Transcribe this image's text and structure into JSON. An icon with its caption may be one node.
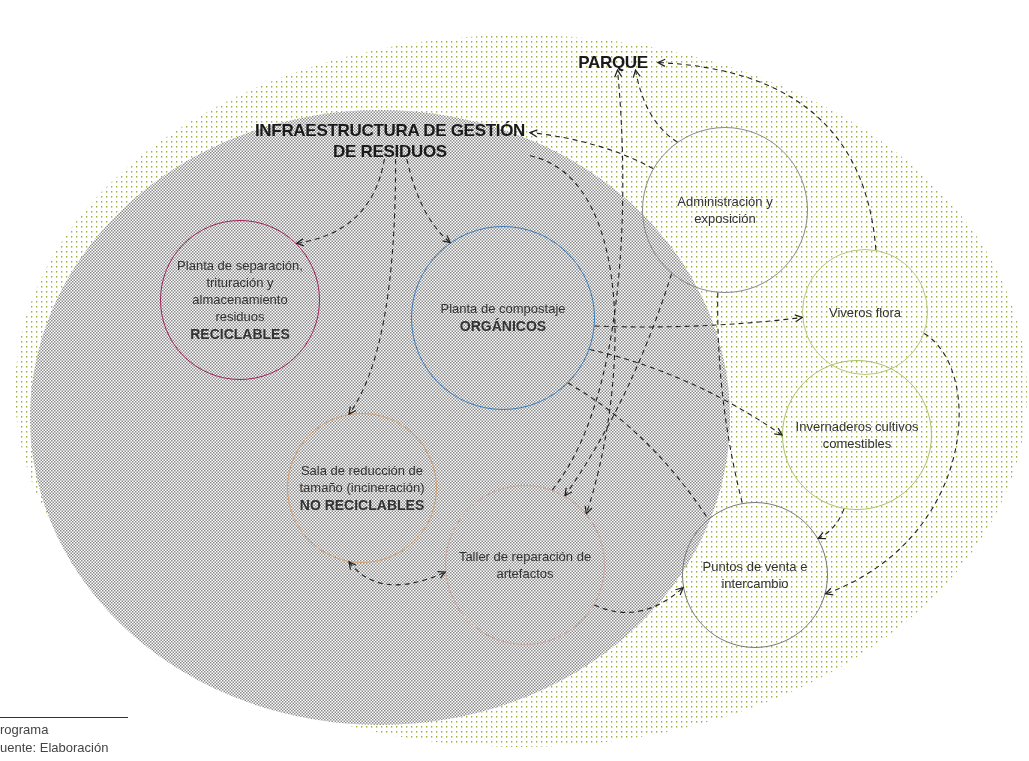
{
  "diagram": {
    "nodes": [
      {
        "text": [
          "PARQUE"
        ]
      },
      {
        "text": [
          "INFRAESTRUCTURA DE GESTIÓN DE RESIDUOS"
        ],
        "in": 0
      },
      {
        "text": [
          "Planta de separación, trituración y almacenamiento residuos",
          "RECICLABLES"
        ],
        "in": 1
      },
      {
        "text": [
          "Planta de compostaje",
          "ORGÁNICOS"
        ],
        "in": 1
      },
      {
        "text": [
          "Sala de reducción de tamaño (incineración)",
          "NO RECICLABLES"
        ],
        "in": 1
      },
      {
        "text": [
          "Taller de reparación de artefactos"
        ],
        "in": 1
      },
      {
        "text": [
          "Administración y exposición"
        ],
        "in": 0
      },
      {
        "text": [
          "Viveros flora"
        ],
        "in": 0
      },
      {
        "text": [
          "Invernaderos cultivos comestibles"
        ],
        "in": 0
      },
      {
        "text": [
          "Puntos de venta e intercambio"
        ],
        "in": 0
      }
    ],
    "edges": [
      {
        "from": 1,
        "to": 2,
        "arrow": "to",
        "style": "dashed"
      },
      {
        "from": 1,
        "to": 3,
        "arrow": "to",
        "style": "dashed"
      },
      {
        "from": 1,
        "to": 4,
        "arrow": "to",
        "style": "dashed"
      },
      {
        "from": 1,
        "to": 5,
        "arrow": "to",
        "style": "dashed"
      },
      {
        "from": 6,
        "to": 1,
        "arrow": "to",
        "style": "dashed"
      },
      {
        "from": 6,
        "to": 0,
        "arrow": "to",
        "style": "dashed"
      },
      {
        "from": 5,
        "to": 0,
        "arrow": "to",
        "style": "dashed"
      },
      {
        "from": 6,
        "to": 5,
        "arrow": "to",
        "style": "dashed"
      },
      {
        "from": 3,
        "to": 7,
        "arrow": "to",
        "style": "dashed"
      },
      {
        "from": 3,
        "to": 8,
        "arrow": "to",
        "style": "dashed"
      },
      {
        "from": 3,
        "to": 9,
        "arrow": "none",
        "style": "dashed"
      },
      {
        "from": 6,
        "to": 9,
        "arrow": "none",
        "style": "dashed"
      },
      {
        "from": 7,
        "to": 9,
        "arrow": "to",
        "style": "dashed"
      },
      {
        "from": 8,
        "to": 9,
        "arrow": "to",
        "style": "dashed"
      },
      {
        "from": 7,
        "to": 0,
        "arrow": "to",
        "style": "dashed"
      },
      {
        "from": 4,
        "to": 5,
        "arrow": "both",
        "style": "dashed"
      },
      {
        "from": 5,
        "to": 9,
        "arrow": "to",
        "style": "dashed"
      }
    ],
    "labels": [
      "rograma",
      "uente: Elaboración"
    ]
  }
}
